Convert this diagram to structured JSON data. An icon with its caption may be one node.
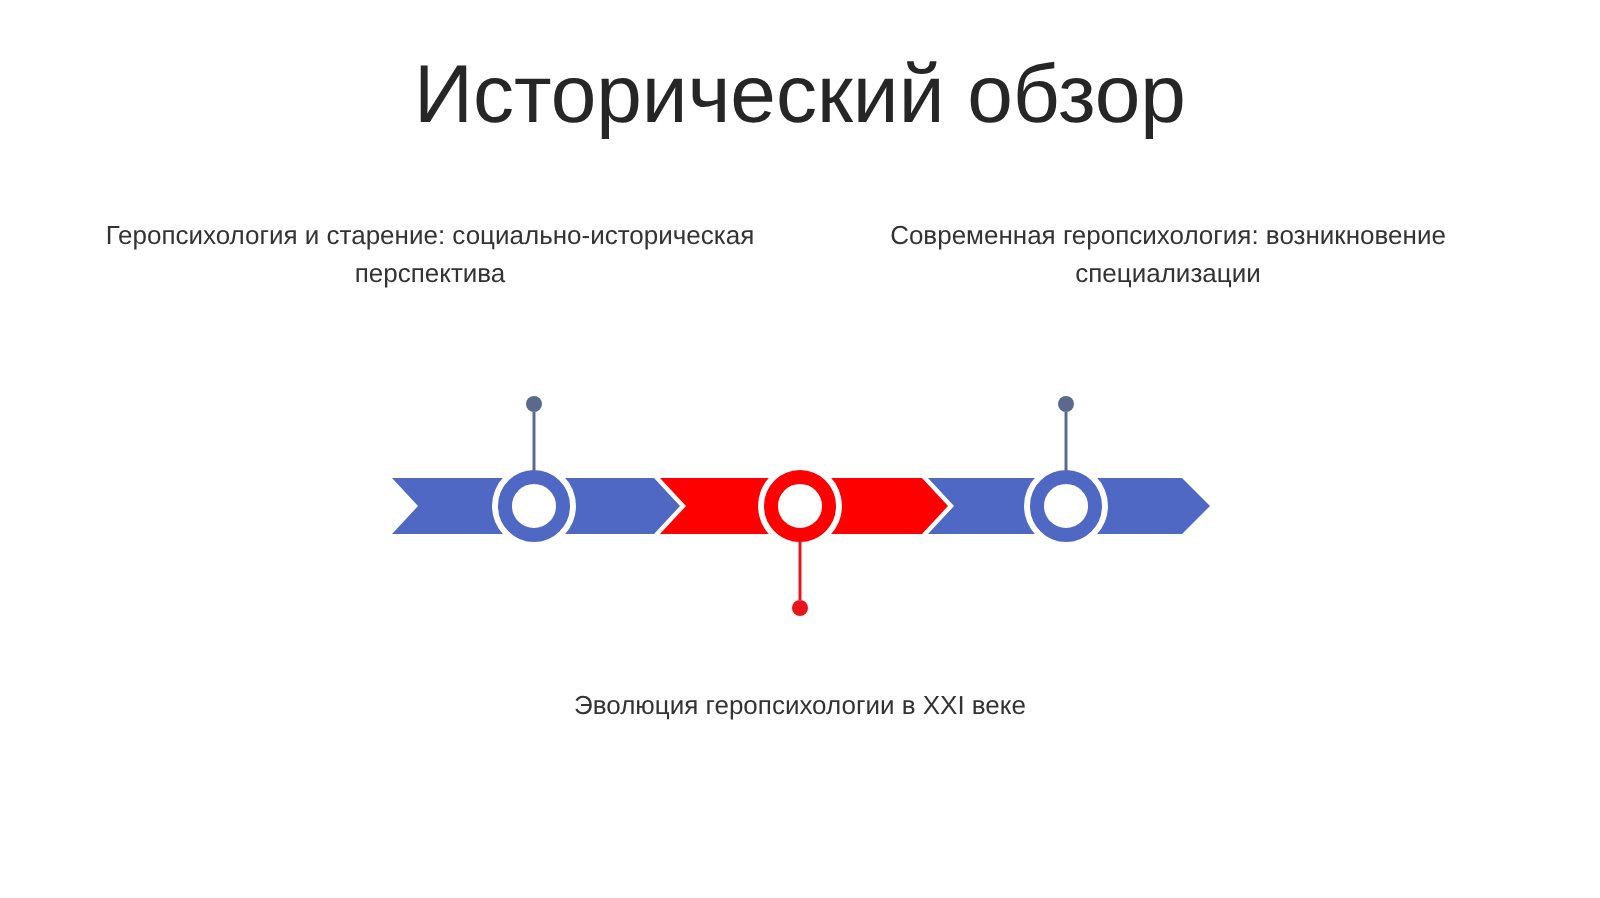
{
  "diagram": {
    "title": "Исторический обзор",
    "nodes": [
      {
        "text": [
          "Геропсихология и старение: социально-историческая перспектива"
        ]
      },
      {
        "text": [
          "Современная геропсихология: возникновение специализации"
        ]
      },
      {
        "text": [
          "Эволюция геропсихологии в XXI веке"
        ]
      },
      {
        "text": [],
        "shape": "circle"
      },
      {
        "text": [],
        "shape": "circle"
      },
      {
        "text": [],
        "shape": "circle"
      }
    ],
    "edges": [
      {
        "from": 0,
        "to": 3,
        "arrow": "none"
      },
      {
        "from": 1,
        "to": 5,
        "arrow": "none"
      },
      {
        "from": 2,
        "to": 4,
        "arrow": "none",
        "color": "#e8141e"
      }
    ]
  }
}
